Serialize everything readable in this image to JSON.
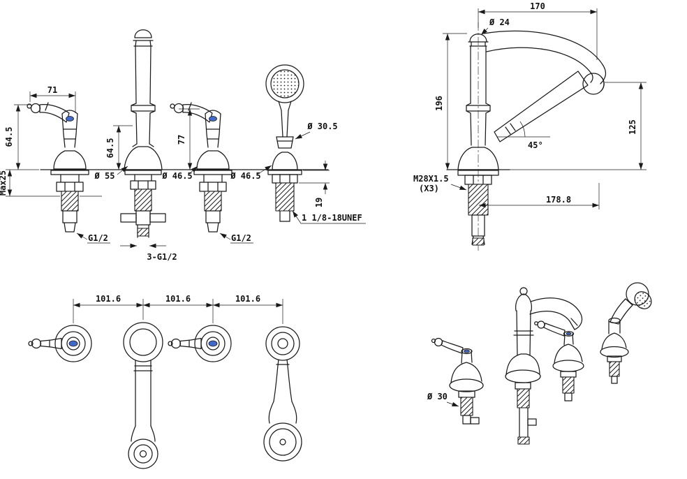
{
  "page": {
    "background": "#ffffff",
    "line_color": "#1a1a1a",
    "accent_blue": "#4169c8"
  },
  "front": {
    "handle_span": "71",
    "handle_height": "64.5",
    "deck_thickness": "Max25",
    "spout_lower_height": "64.5",
    "right_handle_height": "77",
    "spout_base_dia": "Ø 55",
    "handle_base_dia_left": "Ø 46.5",
    "handle_base_dia_right": "Ø 46.5",
    "shower_cradle_dia": "Ø 30.5",
    "flange_stack": "19",
    "shower_thread": "1 1/8-18UNEF",
    "inlet_left": "G1/2",
    "inlet_right": "G1/2",
    "inlet_center": "3-G1/2"
  },
  "side": {
    "spout_reach": "170",
    "spout_dia": "Ø 24",
    "spout_height": "196",
    "outlet_drop": "125",
    "shower_angle": "45°",
    "valve_thread": "M28X1.5",
    "valve_thread_qty": "(X3)",
    "projection": "178.8"
  },
  "plan": {
    "pitch_left": "101.6",
    "pitch_center": "101.6",
    "pitch_right": "101.6"
  },
  "iso": {
    "tail_dia": "Ø 30"
  }
}
